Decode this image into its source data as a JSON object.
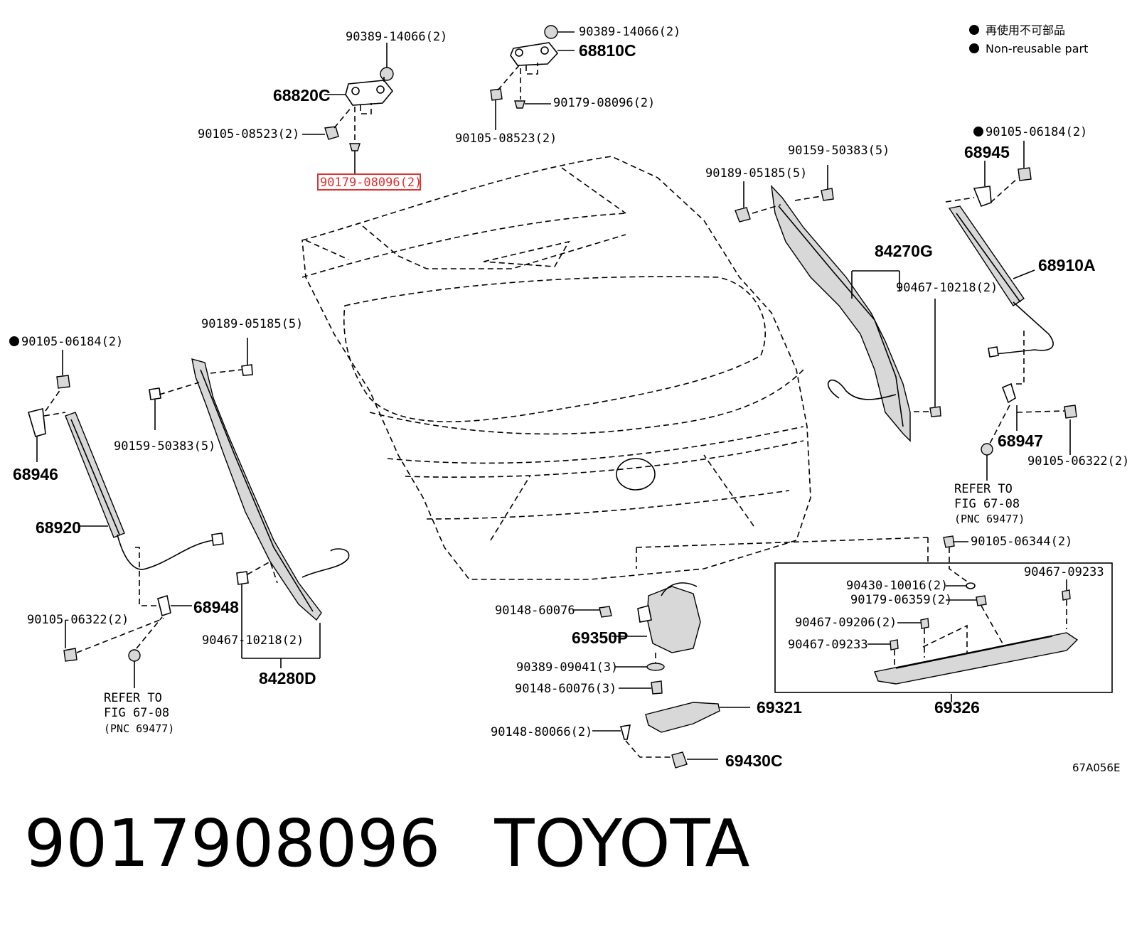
{
  "legend": {
    "japanese": "再使用不可部品",
    "english": "Non-reusable part"
  },
  "figure_code": "67A056E",
  "labels": {
    "t_90389_14066_l": "90389-14066(2)",
    "t_68820c": "68820C",
    "t_90105_08523_l": "90105-08523(2)",
    "t_90179_08096_hl": "90179-08096(2)",
    "t_90389_14066_r": "90389-14066(2)",
    "t_68810c": "68810C",
    "t_90179_08096_r": "90179-08096(2)",
    "t_90105_08523_r": "90105-08523(2)",
    "t_90159_50383_r": "90159-50383(5)",
    "t_90189_05185_r": "90189-05185(5)",
    "t_84270g": "84270G",
    "t_90467_10218_r": "90467-10218(2)",
    "t_90105_06184_r": "90105-06184(2)",
    "t_68945": "68945",
    "t_68910a": "68910A",
    "t_68947": "68947",
    "t_90105_06322_r": "90105-06322(2)",
    "t_refer_r1": "REFER TO",
    "t_refer_r2": "FIG 67-08",
    "t_refer_r3": "(PNC 69477)",
    "t_90105_06344": "90105-06344(2)",
    "t_90430_10016": "90430-10016(2)",
    "t_90179_06359": "90179-06359(2)",
    "t_90467_09233_tr": "90467-09233",
    "t_90467_09206": "90467-09206(2)",
    "t_90467_09233_l": "90467-09233",
    "t_69326": "69326",
    "t_90148_60076_a": "90148-60076",
    "t_69350p": "69350P",
    "t_90389_09041": "90389-09041(3)",
    "t_90148_60076_b": "90148-60076(3)",
    "t_69321": "69321",
    "t_90148_80066": "90148-80066(2)",
    "t_69430c": "69430C",
    "t_90189_05185_l": "90189-05185(5)",
    "t_90159_50383_l": "90159-50383(5)",
    "t_90105_06184_l": "90105-06184(2)",
    "t_68946": "68946",
    "t_68920": "68920",
    "t_68948": "68948",
    "t_90105_06322_l": "90105-06322(2)",
    "t_90467_10218_l": "90467-10218(2)",
    "t_84280d": "84280D",
    "t_refer_l1": "REFER TO",
    "t_refer_l2": "FIG 67-08",
    "t_refer_l3": "(PNC 69477)"
  },
  "footer": {
    "part_number": "9017908096",
    "brand": "TOYOTA"
  },
  "colors": {
    "highlight": "#e03030",
    "ink": "#000000",
    "background": "#ffffff"
  }
}
